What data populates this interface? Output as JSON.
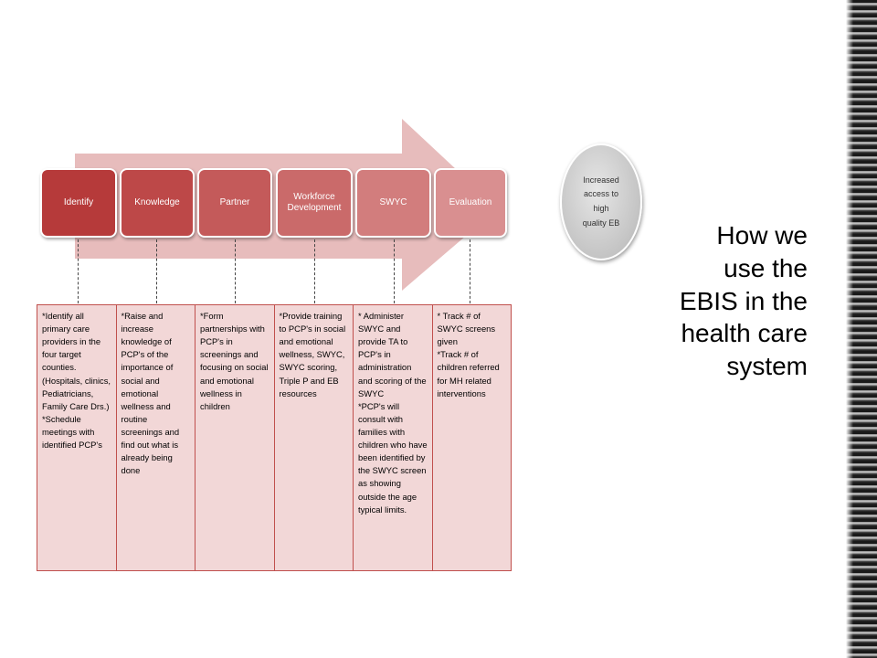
{
  "slide": {
    "title": "How we\nuse the\nEBIS in the\nhealth care\nsystem"
  },
  "process": {
    "steps": [
      {
        "label": "Identify",
        "color": "#b63a3a"
      },
      {
        "label": "Knowledge",
        "color": "#bd4848"
      },
      {
        "label": "Partner",
        "color": "#c45a5a"
      },
      {
        "label": "Workforce Development",
        "color": "#ca6a6a"
      },
      {
        "label": "SWYC",
        "color": "#d27d7d"
      },
      {
        "label": "Evaluation",
        "color": "#d98f90"
      }
    ],
    "arrow_color": "#e7bcbc"
  },
  "table": {
    "cells": [
      "*Identify all primary care providers in the four target counties. (Hospitals, clinics, Pediatricians, Family Care Drs.)\n*Schedule meetings with identified PCP's",
      "*Raise and increase knowledge of PCP's of the importance of social and emotional wellness and routine screenings and find out what is already being done",
      "*Form partnerships with PCP's in screenings and focusing on social and emotional wellness in children",
      "*Provide training to PCP's in social and emotional wellness, SWYC, SWYC scoring, Triple P and EB resources",
      "* Administer SWYC and provide TA to PCP's in administration and scoring of the SWYC\n*PCP's will consult with families with children who have been identified by the SWYC screen as showing outside the age typical limits.",
      "* Track # of SWYC screens given\n*Track # of children referred for MH related interventions"
    ],
    "fill": "#f2d7d7",
    "border": "#c0504d"
  },
  "outcome": {
    "text": "Increased\naccess to\nhigh\nquality EB"
  }
}
